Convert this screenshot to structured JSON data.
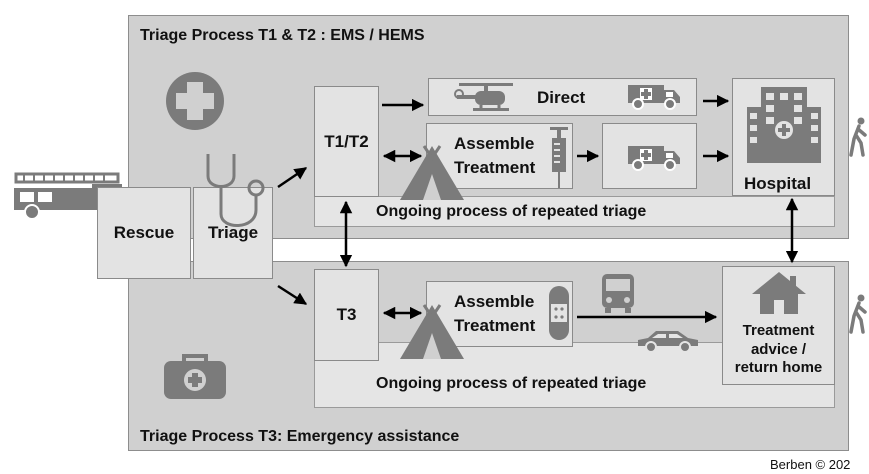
{
  "panel_t12": {
    "title": "Triage Process T1 & T2 : EMS / HEMS"
  },
  "panel_t3": {
    "title": "Triage Process T3: Emergency assistance"
  },
  "nodes": {
    "rescue": "Rescue",
    "triage": "Triage",
    "t1t2": "T1/T2",
    "t3": "T3",
    "direct": "Direct",
    "assemble_top_1": "Assemble",
    "assemble_top_2": "Treatment",
    "assemble_bottom_1": "Assemble",
    "assemble_bottom_2": "Treatment",
    "hospital": "Hospital",
    "treatment_advice_1": "Treatment",
    "treatment_advice_2": "advice /",
    "treatment_advice_3": "return home"
  },
  "ongoing_top": "Ongoing process of repeated triage",
  "ongoing_bottom": "Ongoing process of repeated triage",
  "credit": "Berben © 202",
  "icons": [
    "fire-truck-icon",
    "medical-cross-icon",
    "stethoscope-icon",
    "helicopter-icon",
    "ambulance-icon",
    "tent-icon",
    "syringe-icon",
    "hospital-building-icon",
    "walking-person-icon",
    "bus-icon",
    "car-icon",
    "house-icon",
    "bandage-icon",
    "medical-bag-icon"
  ],
  "colors": {
    "panel": "#d0d0d0",
    "box": "#e3e3e3",
    "icon": "#7b7b7b",
    "arrow": "#000000"
  }
}
